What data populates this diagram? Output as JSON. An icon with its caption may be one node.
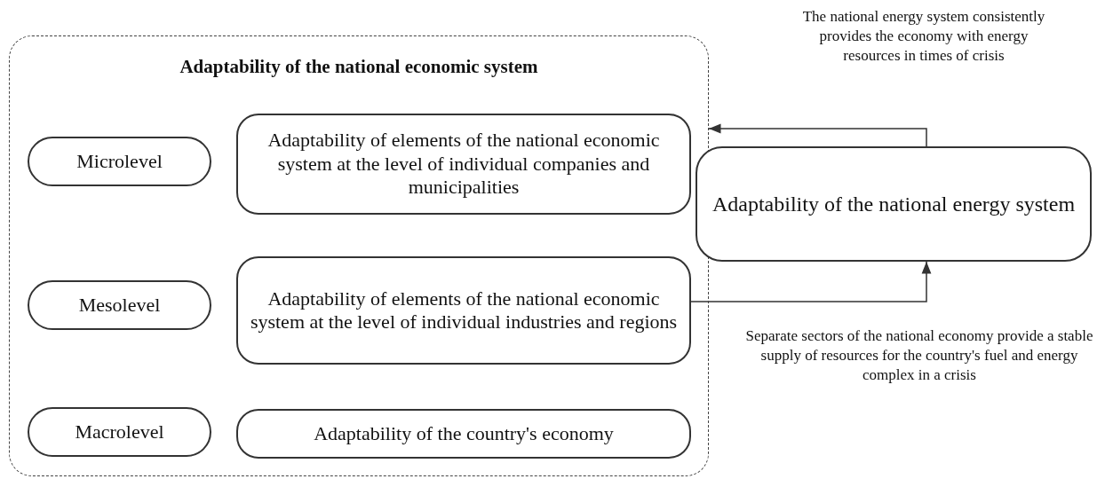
{
  "diagram": {
    "nodes": [
      {
        "text": [
          "Adaptability of the national economic system"
        ]
      },
      {
        "text": [
          "Microlevel"
        ],
        "in": 0
      },
      {
        "text": [
          "Adaptability of elements of the national economic system at the level of individual companies and municipalities"
        ],
        "in": 0
      },
      {
        "text": [
          "Mesolevel"
        ],
        "in": 0
      },
      {
        "text": [
          "Adaptability of elements of the national economic system at the level of individual industries and regions"
        ],
        "in": 0
      },
      {
        "text": [
          "Macrolevel"
        ],
        "in": 0
      },
      {
        "text": [
          "Adaptability of the country's economy"
        ],
        "in": 0
      },
      {
        "text": [
          "Adaptability of the national energy system"
        ]
      }
    ],
    "edges": [
      {
        "from": 7,
        "to": 0,
        "arrow": "to",
        "label": "The national energy system consistently provides the economy with energy resources in times of crisis"
      },
      {
        "from": 4,
        "to": 7,
        "arrow": "to",
        "label": "Separate sectors of the national economy provide a stable supply of resources for the country's fuel and energy complex in a crisis"
      }
    ]
  }
}
